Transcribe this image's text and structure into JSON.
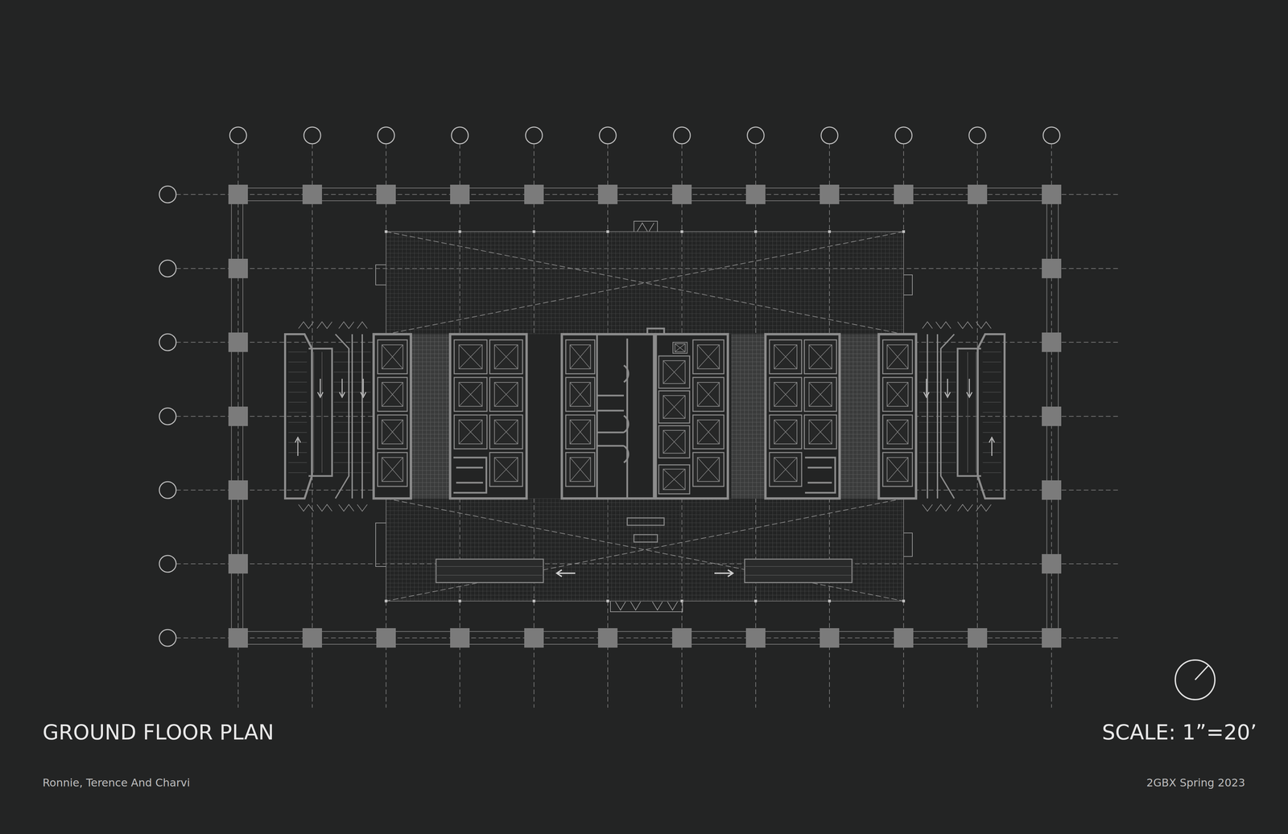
{
  "diagram": {
    "title": "GROUND FLOOR PLAN",
    "labels": [
      "SCALE: 1”=20’",
      "Ronnie, Terence And Charvi",
      "2GBX Spring 2023"
    ]
  }
}
